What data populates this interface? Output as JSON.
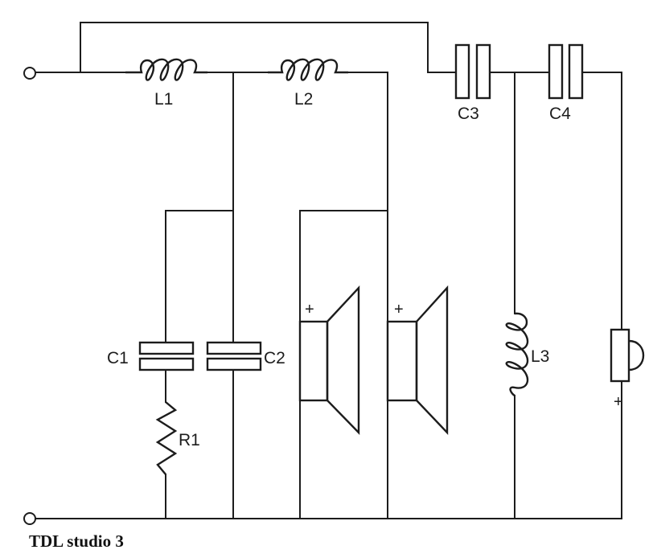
{
  "title": "TDL studio 3",
  "components": {
    "L1": "L1",
    "L2": "L2",
    "L3": "L3",
    "C1": "C1",
    "C2": "C2",
    "C3": "C3",
    "C4": "C4",
    "R1": "R1"
  },
  "polarity": {
    "woofer_1": "+",
    "woofer_2": "+",
    "tweeter": "+"
  }
}
